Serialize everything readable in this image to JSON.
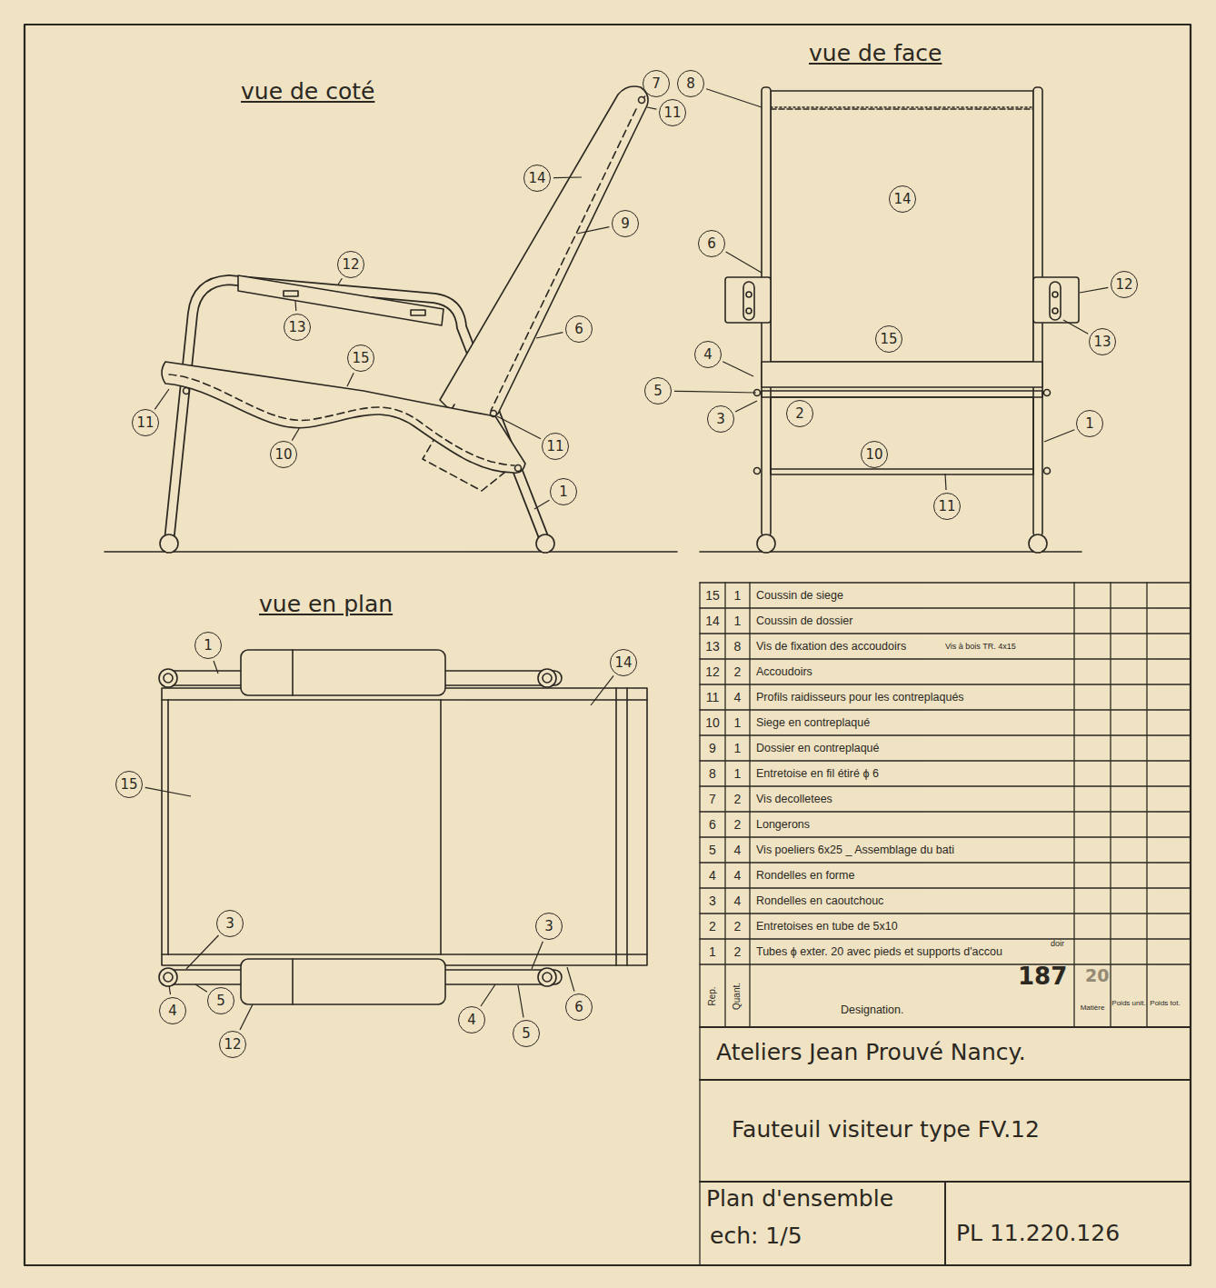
{
  "diagram": {
    "title": "Fauteuil visiteur type FV.12",
    "labels": [
      "vue de coté",
      "vue de face",
      "vue en plan",
      "7",
      "8",
      "11",
      "14",
      "9",
      "12",
      "13",
      "6",
      "15",
      "11",
      "10",
      "11",
      "1",
      "14",
      "6",
      "12",
      "13",
      "15",
      "4",
      "5",
      "3",
      "2",
      "1",
      "10",
      "11",
      "1",
      "14",
      "15",
      "3",
      "3",
      "6",
      "4",
      "5",
      "12",
      "4",
      "5",
      "15",
      "1",
      "Coussin de siege",
      "14",
      "1",
      "Coussin de dossier",
      "13",
      "8",
      "Vis de fixation des accoudoirs",
      "Vis à bois TR. 4x15",
      "12",
      "2",
      "Accoudoirs",
      "11",
      "4",
      "Profils raidisseurs pour les contreplaqués",
      "10",
      "1",
      "Siege en contreplaqué",
      "9",
      "1",
      "Dossier en contreplaqué",
      "8",
      "1",
      "Entretoise en fil étiré ϕ 6",
      "7",
      "2",
      "Vis decolletees",
      "6",
      "2",
      "Longerons",
      "5",
      "4",
      "Vis poeliers 6x25 _ Assemblage du bati",
      "4",
      "4",
      "Rondelles en forme",
      "3",
      "4",
      "Rondelles en caoutchouc",
      "2",
      "2",
      "Entretoises en tube de 5x10",
      "1",
      "2",
      "Tubes ϕ exter. 20 avec pieds et supports d'accou",
      "doir",
      "187",
      "20",
      "Rep.",
      "Quant.",
      "Designation.",
      "Matière",
      "Poids unit.",
      "Poids tot.",
      "Ateliers Jean Prouvé Nancy.",
      "Plan d'ensemble",
      "ech: 1/5",
      "PL 11.220.126"
    ]
  }
}
